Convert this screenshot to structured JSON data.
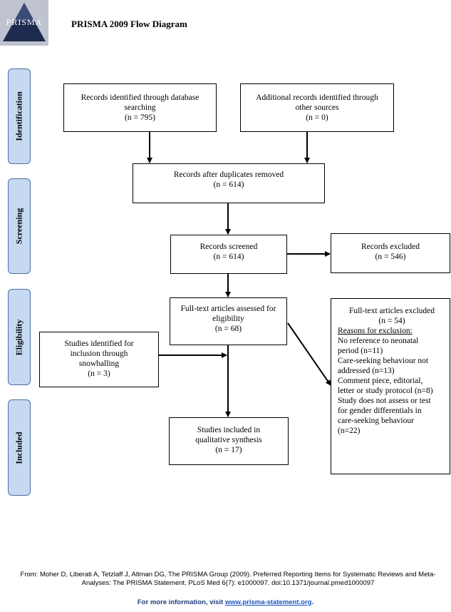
{
  "logo": {
    "text": "PRISMA"
  },
  "title": "PRISMA 2009 Flow Diagram",
  "stages": {
    "identification": "Identification",
    "screening": "Screening",
    "eligibility": "Eligibility",
    "included": "Included"
  },
  "boxes": {
    "db_records": {
      "line1": "Records identified through database",
      "line2": "searching",
      "line3": "(n = 795)"
    },
    "other_records": {
      "line1": "Additional records identified through",
      "line2": "other sources",
      "line3": "(n = 0)"
    },
    "after_dupes": {
      "line1": "Records after duplicates removed",
      "line2": "(n = 614)"
    },
    "screened": {
      "line1": "Records screened",
      "line2": "(n = 614)"
    },
    "excluded": {
      "line1": "Records excluded",
      "line2": "(n = 546)"
    },
    "fulltext": {
      "line1": "Full-text articles assessed for",
      "line2": "eligibility",
      "line3": "(n = 68)"
    },
    "snowballing": {
      "line1": "Studies identified for",
      "line2": "inclusion through",
      "line3": "snowballing",
      "line4": "(n = 3)"
    },
    "included": {
      "line1": "Studies included in",
      "line2": "qualitative synthesis",
      "line3": "(n = 17)"
    },
    "fulltext_excluded": {
      "line1": "Full-text articles excluded",
      "line2": "(n = 54)",
      "reasons_heading": "Reasons for exclusion:",
      "reasons": [
        "No reference to neonatal",
        "period (n=11)",
        "Care-seeking behaviour not",
        "addressed (n=13)",
        "Comment piece, editorial,",
        "letter or study protocol (n=8)",
        "Study does not assess or test",
        "for gender differentials in",
        "care-seeking behaviour",
        "(n=22)"
      ]
    }
  },
  "footer": {
    "citation_line1": "From:  Moher D, Liberati A, Tetzlaff J, Altman DG, The PRISMA Group (2009). Preferred Reporting Items for Systematic Reviews and Meta-",
    "citation_line2": "Analyses: The PRISMA Statement. PLoS Med 6(7): e1000097. doi:10.1371/journal.pmed1000097",
    "more_info_prefix": "For more information, visit ",
    "more_info_link": "www.prisma-statement.org",
    "more_info_suffix": "."
  }
}
